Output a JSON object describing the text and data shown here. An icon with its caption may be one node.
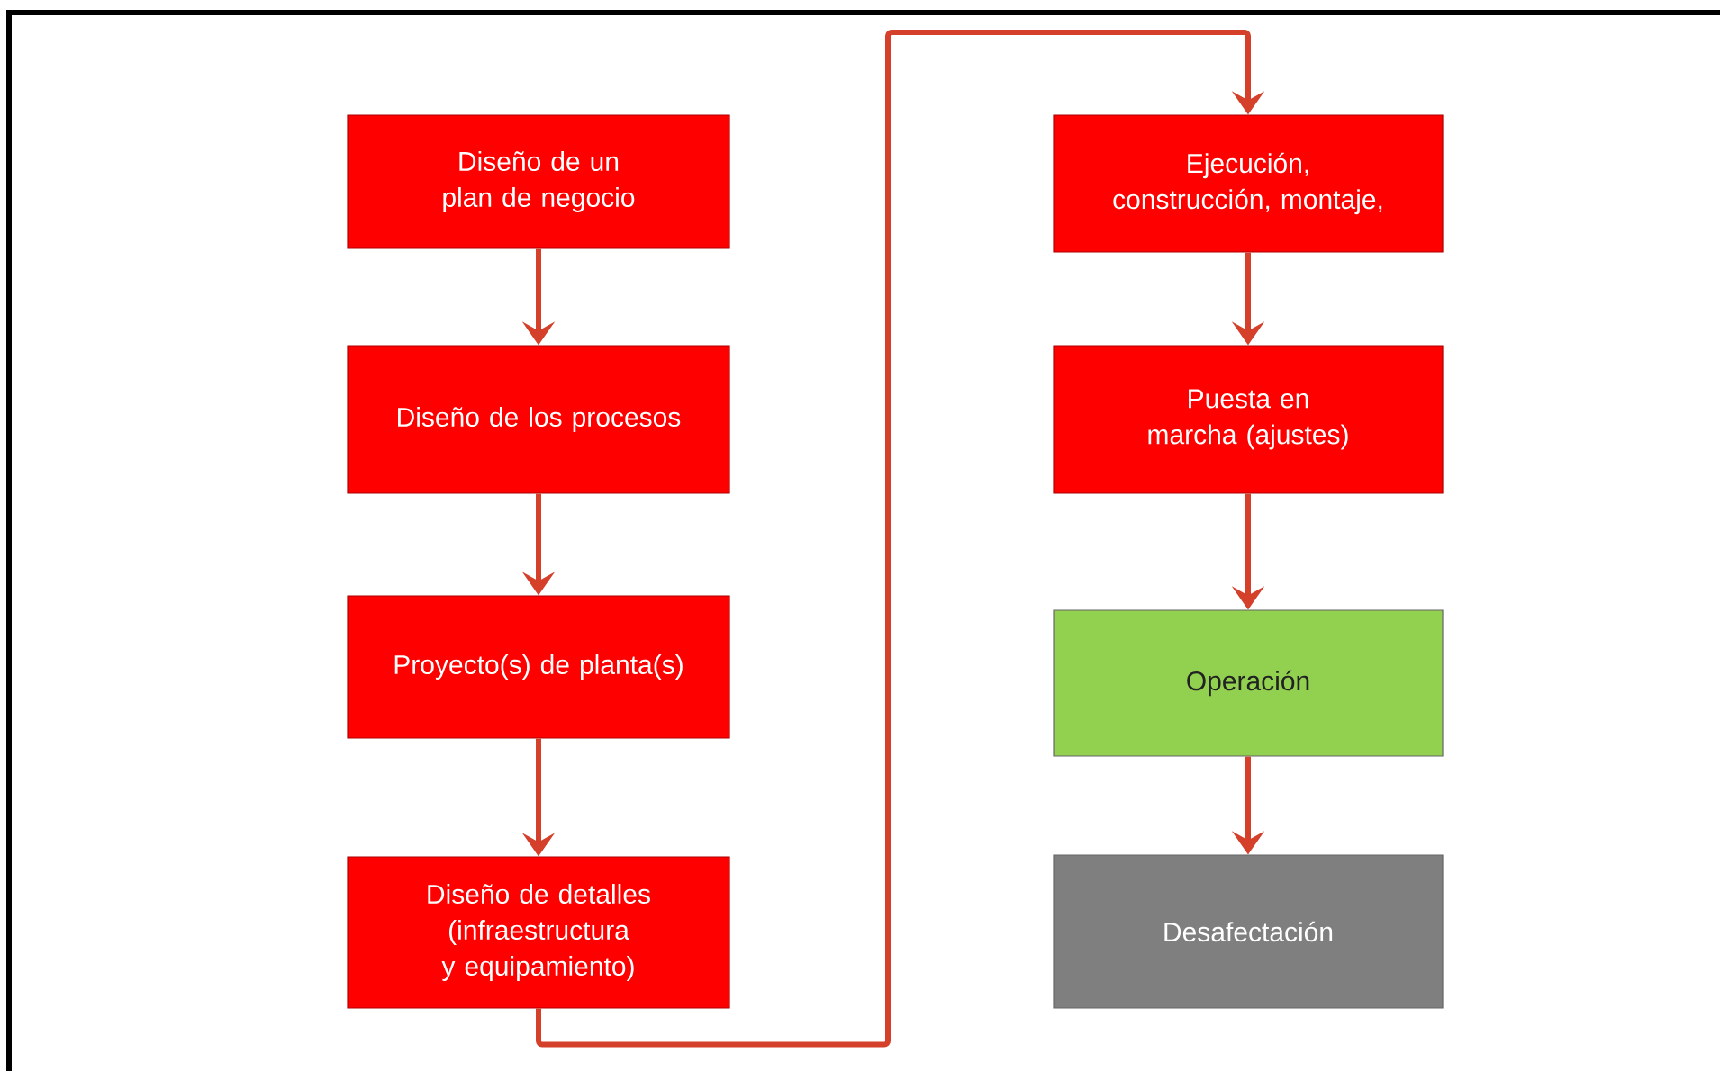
{
  "diagram": {
    "nodes": [
      {
        "text": [
          "Diseño de un plan de negocio"
        ]
      },
      {
        "text": [
          "Diseño de los procesos"
        ]
      },
      {
        "text": [
          "Proyecto(s) de planta(s)"
        ]
      },
      {
        "text": [
          "Diseño de detalles (infraestructura y equipamiento)"
        ]
      },
      {
        "text": [
          "Ejecución, construcción, montaje,"
        ]
      },
      {
        "text": [
          "Puesta en marcha (ajustes)"
        ]
      },
      {
        "text": [
          "Operación"
        ]
      },
      {
        "text": [
          "Desafectación"
        ]
      }
    ],
    "edges": [
      {
        "from": 0,
        "to": 1,
        "arrow": "to"
      },
      {
        "from": 1,
        "to": 2,
        "arrow": "to"
      },
      {
        "from": 2,
        "to": 3,
        "arrow": "to"
      },
      {
        "from": 3,
        "to": 4,
        "arrow": "to"
      },
      {
        "from": 4,
        "to": 5,
        "arrow": "to"
      },
      {
        "from": 5,
        "to": 6,
        "arrow": "to"
      },
      {
        "from": 6,
        "to": 7,
        "arrow": "to"
      }
    ]
  }
}
